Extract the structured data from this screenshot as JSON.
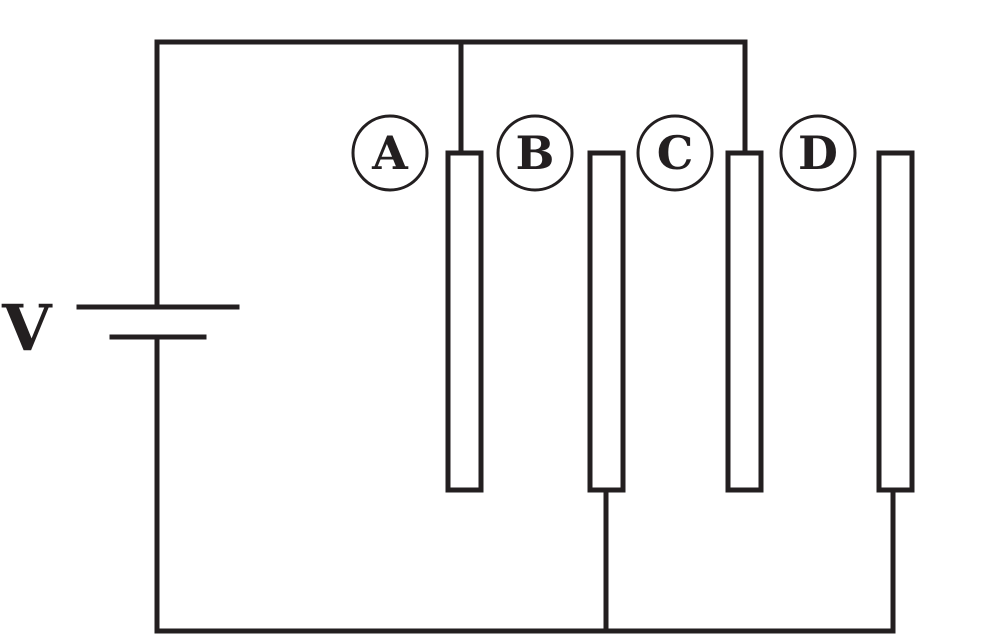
{
  "diagram": {
    "battery": {
      "label": "V"
    },
    "plates": [
      {
        "label": "A"
      },
      {
        "label": "B"
      },
      {
        "label": "C"
      },
      {
        "label": "D"
      }
    ],
    "colors": {
      "line": "#231f20",
      "background": "#ffffff"
    }
  }
}
